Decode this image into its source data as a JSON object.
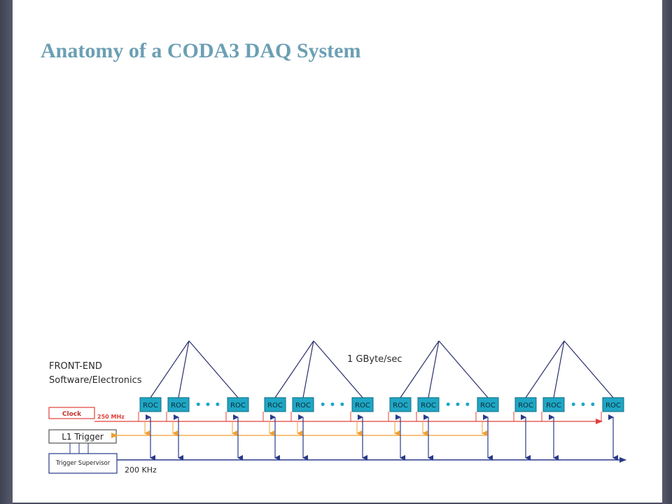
{
  "slide": {
    "title": "Anatomy of a CODA3 DAQ System"
  },
  "diagram": {
    "front_end_label_line1": "FRONT-END",
    "front_end_label_line2": "Software/Electronics",
    "bandwidth_label": "1 GByte/sec",
    "roc_label": "ROC",
    "clock_label": "Clock",
    "clock_freq_label": "250 MHz",
    "l1_trigger_label": "L1 Trigger",
    "trigger_supervisor_label": "Trigger Supervisor",
    "rate_label": "200 KHz",
    "ellipsis": "• • •",
    "roc_groups": 4,
    "rocs_per_group": 3,
    "colors": {
      "roc_fill": "#1fa6c4",
      "roc_stroke": "#106c80",
      "fan_line": "#2a2f6b",
      "clock_line": "#e0403a",
      "trigger_line": "#f0a030",
      "readout_line": "#2a3a8a",
      "ellipsis": "#1fa6c4",
      "title": "#6b9fb3"
    }
  }
}
